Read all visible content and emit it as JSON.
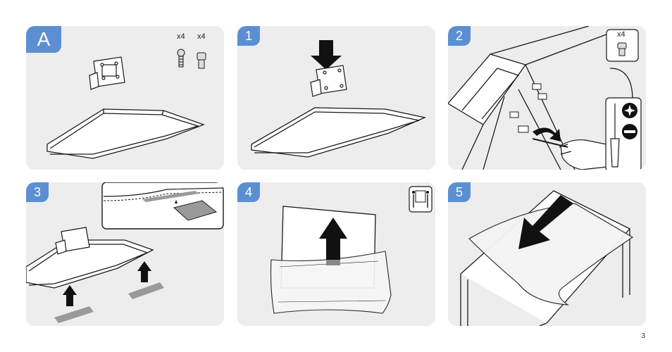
{
  "page_number": "3",
  "colors": {
    "panel_bg": "#ededed",
    "badge_bg": "#5b8fd1",
    "badge_text": "#ffffff",
    "line": "#1a1a1a",
    "tape": "#9a9a9a"
  },
  "steps": [
    {
      "badge": "A",
      "quantities": [
        "x4",
        "x4"
      ],
      "icons": [
        "bracket-plate-icon",
        "screw-icon",
        "spacer-icon",
        "stand-base-icon"
      ]
    },
    {
      "badge": "1",
      "icons": [
        "down-arrow-icon",
        "up-arrow-icon",
        "bracket-plate-icon",
        "stand-base-icon"
      ]
    },
    {
      "badge": "2",
      "quantities": [
        "x4"
      ],
      "icons": [
        "screw-icon",
        "screwdriver-icon",
        "tighten-plus-icon",
        "minus-icon",
        "rotate-arrow-icon",
        "hand-icon"
      ]
    },
    {
      "badge": "3",
      "icons": [
        "stand-base-icon",
        "tape-icon",
        "up-arrow-icon",
        "zoom-inset-icon"
      ]
    },
    {
      "badge": "4",
      "icons": [
        "two-person-lift-icon",
        "tv-panel-icon",
        "up-arrow-icon",
        "bag-icon"
      ]
    },
    {
      "badge": "5",
      "icons": [
        "table-icon",
        "protective-sheet-icon",
        "down-arrow-icon"
      ]
    }
  ]
}
